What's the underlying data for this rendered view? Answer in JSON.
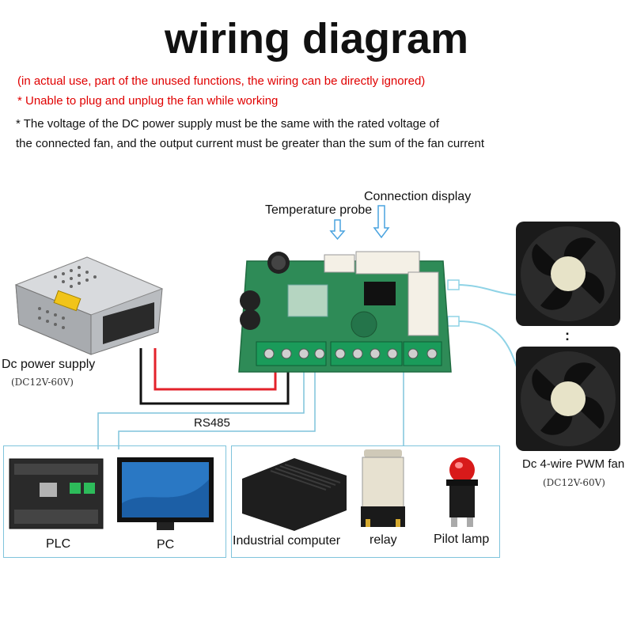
{
  "title": "wiring diagram",
  "notes": {
    "line1": "(in actual use, part of the unused functions, the wiring can be directly ignored)",
    "line2": "* Unable to plug and unplug the fan while working",
    "line3": "* The voltage of the DC power supply must be the same with the rated voltage of",
    "line4": "the connected fan, and the output current must be greater than the sum of the fan current"
  },
  "labels": {
    "connection_display": "Connection display",
    "temperature_probe": "Temperature probe",
    "power_supply": "Dc power supply",
    "power_supply_range": "(DC12V-60V)",
    "rs485": "RS485",
    "fan": "Dc 4-wire PWM fan",
    "fan_range": "(DC12V-60V)",
    "plc": "PLC",
    "pc": "PC",
    "industrial_computer": "Industrial computer",
    "relay": "relay",
    "pilot_lamp": "Pilot lamp",
    "fan_ellipsis": ":"
  },
  "colors": {
    "red_wire": "#e3222b",
    "black_wire": "#111111",
    "signal_wire": "#7fc4dc",
    "pcb": "#2e8b57",
    "arrow": "#4aa3df",
    "note_red": "#e00000"
  },
  "icons": [
    "power-supply-icon",
    "controller-board-icon",
    "fan-icon",
    "plc-icon",
    "monitor-icon",
    "industrial-computer-icon",
    "relay-icon",
    "pilot-lamp-icon",
    "down-arrow-icon"
  ]
}
